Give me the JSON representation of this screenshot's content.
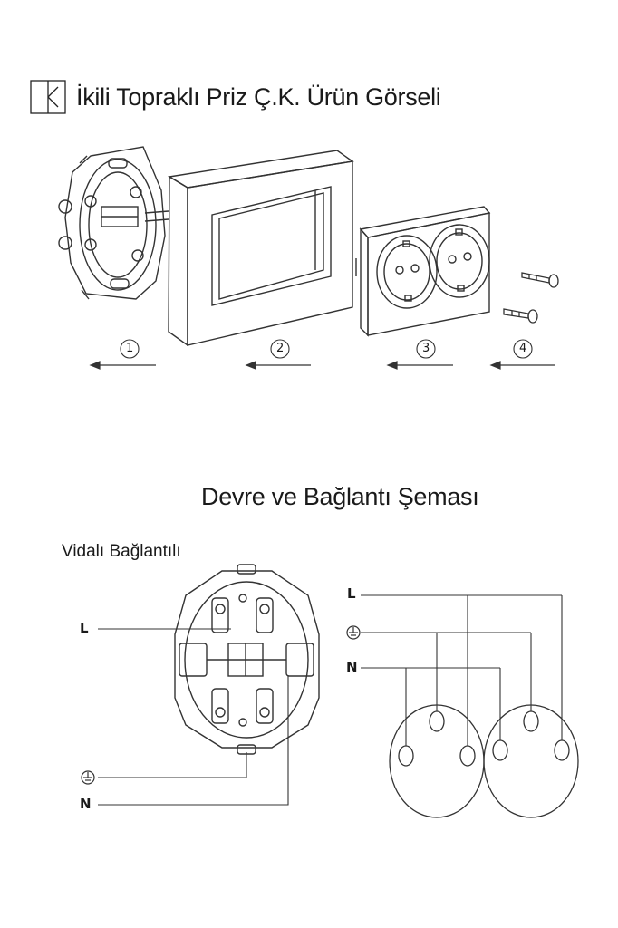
{
  "header": {
    "title": "İkili Topraklı Priz Ç.K. Ürün Görseli",
    "icon": "wall-switch-symbol-icon"
  },
  "exploded_view": {
    "steps": [
      "1",
      "2",
      "3",
      "4"
    ],
    "parts": [
      "socket-mechanism",
      "frame",
      "double-cover-plate",
      "screws"
    ]
  },
  "wiring": {
    "subtitle": "Devre ve Bağlantı Şeması",
    "connection_type": "Vidalı Bağlantılı",
    "left_labels": {
      "live": "L",
      "neutral": "N"
    },
    "right_labels": {
      "live": "L",
      "neutral": "N"
    },
    "earth_icon": "earth-ground-icon"
  }
}
